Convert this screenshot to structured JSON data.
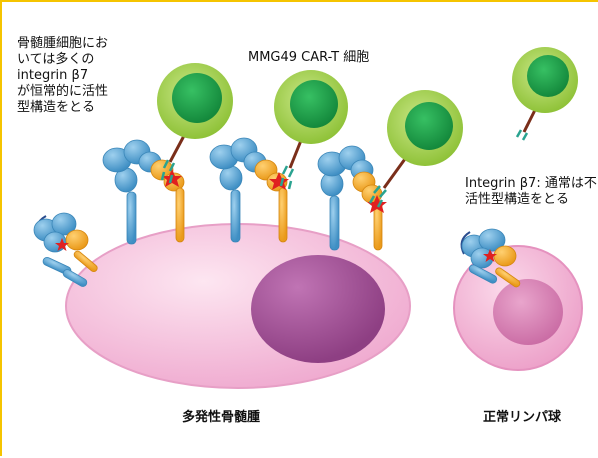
{
  "labels": {
    "myeloma_note": [
      "骨髄腫細胞にお",
      "いては多くの",
      "integrin β7",
      "が恒常的に活性",
      "型構造をとる"
    ],
    "car_t": "MMG49 CAR-T 細胞",
    "normal_note": [
      "Integrin β7: 通常は不",
      "活性型構造をとる"
    ],
    "myeloma": "多発性骨髄腫",
    "lymphocyte": "正常リンパ球"
  },
  "colors": {
    "frame_border": "#f5c400",
    "tcell_outer": "#a3d140",
    "tcell_nucleus": "#1fa34a",
    "myeloma_cell": "#f6c3df",
    "myeloma_nucleus": "#a8539b",
    "lymphocyte_cell": "#f4b7d6",
    "lymphocyte_nucleus": "#d87fb4",
    "integrin_blue": "#5ba7d6",
    "integrin_orange": "#f5a623",
    "epitope_star": "#e02020",
    "antibody_teal": "#2aa390",
    "antibody_brown": "#7a2e1a"
  }
}
